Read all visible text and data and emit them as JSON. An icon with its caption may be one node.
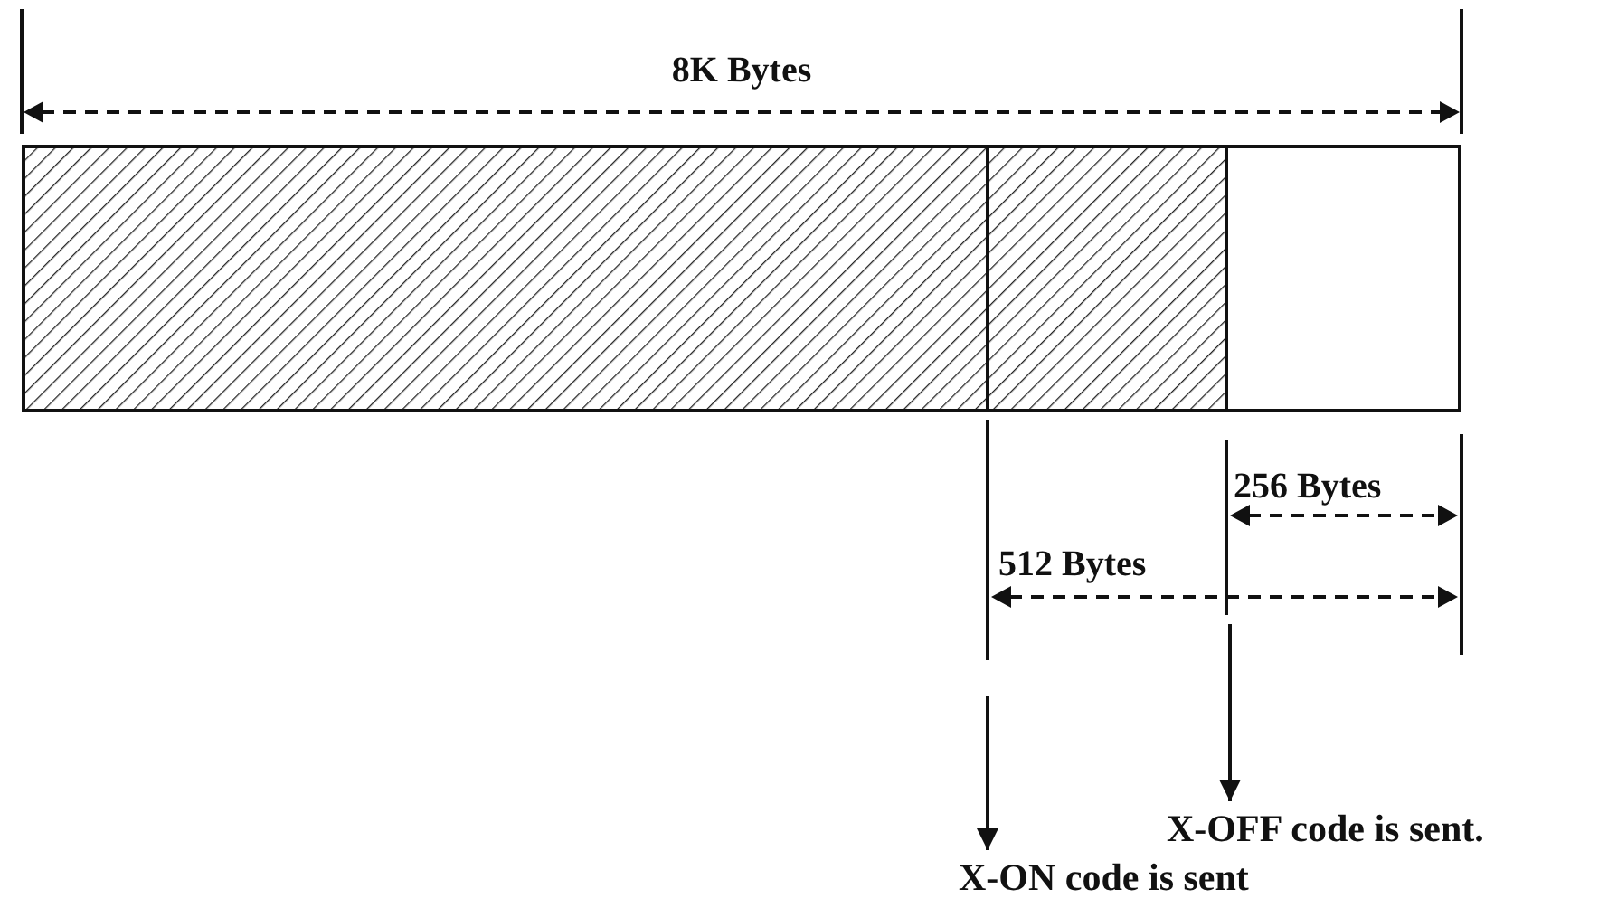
{
  "diagram": {
    "nodes": [
      {
        "text": [],
        "shape": "bar"
      },
      {
        "text": [
          "X-OFF code is sent."
        ]
      },
      {
        "text": [
          "X-ON code is sent"
        ]
      }
    ],
    "edges": [
      {
        "from": null,
        "to": 1,
        "arrow": "to"
      },
      {
        "from": null,
        "to": 2,
        "arrow": "to"
      }
    ],
    "labels": [
      "8K Bytes",
      "256 Bytes",
      "512 Bytes"
    ]
  }
}
